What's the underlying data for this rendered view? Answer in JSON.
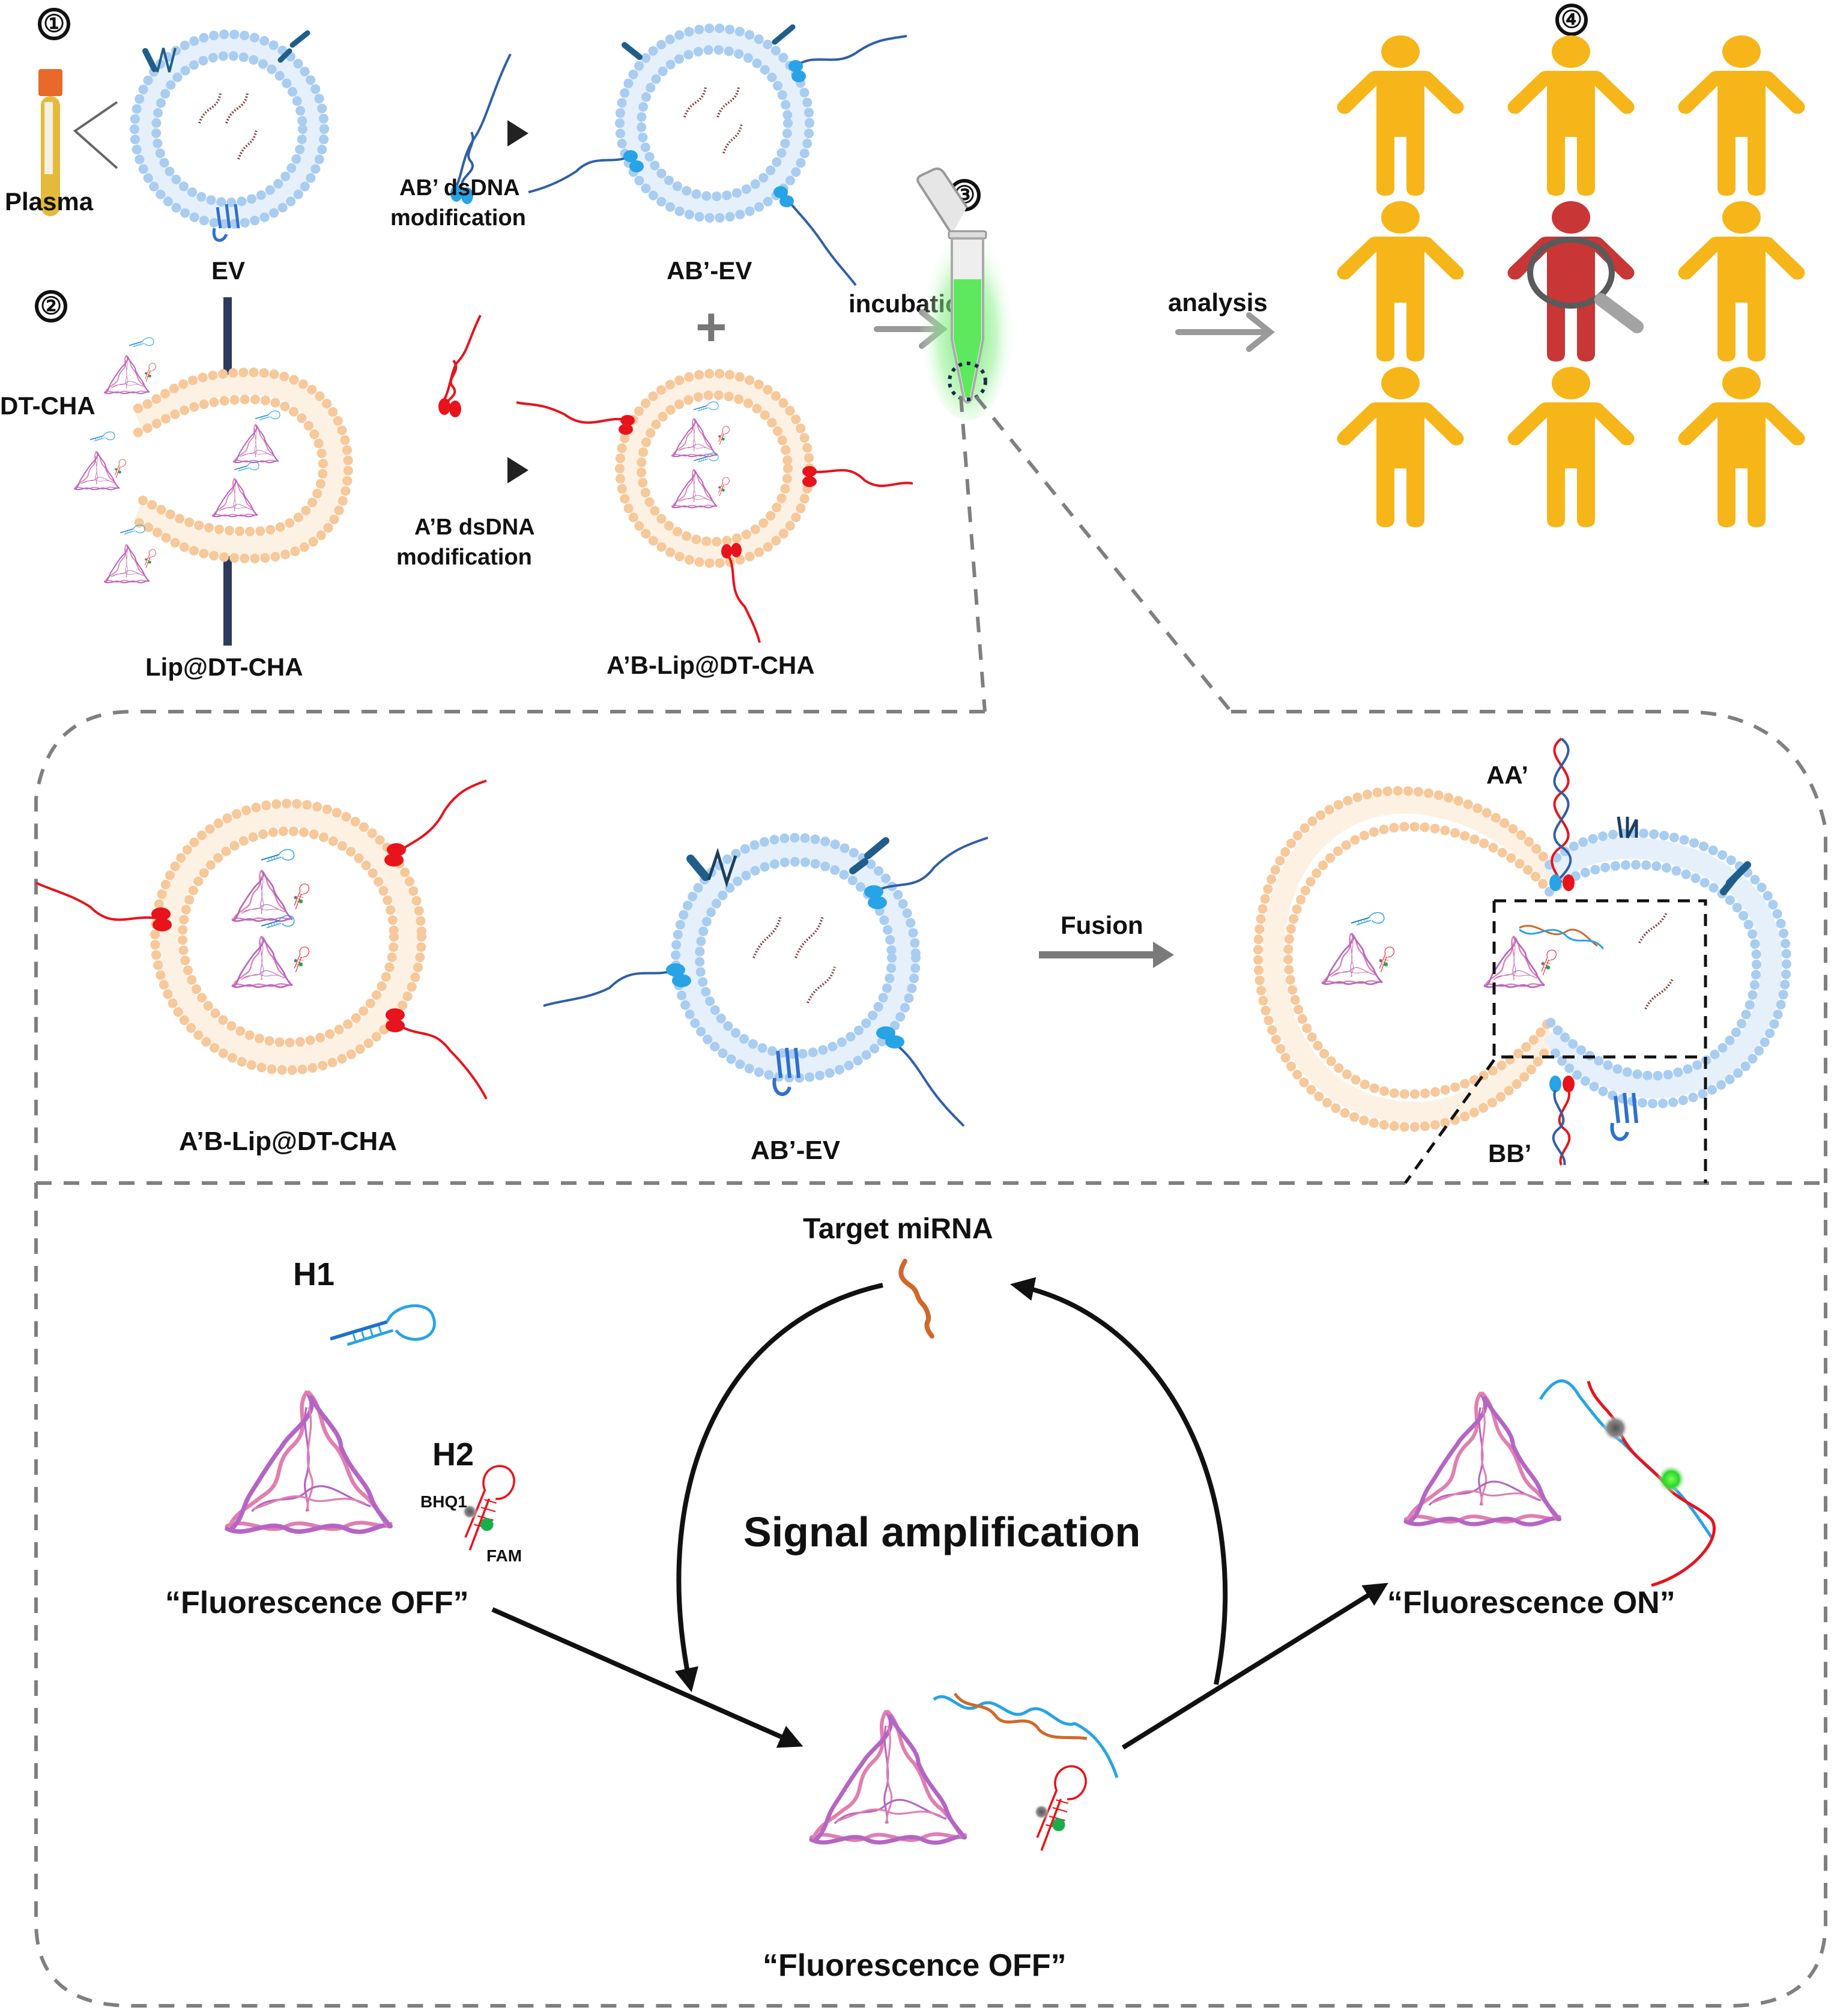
{
  "figure": {
    "type": "scientific schematic",
    "steps": [
      {
        "number": "1",
        "description": "EV isolation and AB' dsDNA modification"
      },
      {
        "number": "2",
        "description": "Lip@DT-CHA preparation and A'B dsDNA modification"
      },
      {
        "number": "3",
        "description": "incubation / fusion in tube"
      },
      {
        "number": "4",
        "description": "analysis of population"
      }
    ]
  },
  "step1": {
    "number": "①",
    "plasma_label": "Plasma",
    "ev_label": "EV",
    "arrow_label_line1": "AB’ dsDNA",
    "arrow_label_line2": "modification",
    "product_label": "AB’-EV"
  },
  "step2": {
    "number": "②",
    "dtcha_label": "DT-CHA",
    "lip_label": "Lip@DT-CHA",
    "arrow_label_line1": "A’B dsDNA",
    "arrow_label_line2": "modification",
    "product_label": "A’B-Lip@DT-CHA"
  },
  "combine": {
    "plus": "+",
    "incubation_label": "incubation",
    "step3_number": "③",
    "analysis_label": "analysis",
    "step4_number": "④"
  },
  "population": {
    "rows": 3,
    "cols": 3,
    "total": 9,
    "highlighted_index": 4,
    "colors": {
      "normal": "#f6b619",
      "highlighted": "#c83636",
      "magnifier": "#5a5a5a"
    }
  },
  "fusion_panel": {
    "liposome_label": "A’B-Lip@DT-CHA",
    "ev_label": "AB’-EV",
    "fusion_label": "Fusion",
    "top_duplex_label": "AA’",
    "bottom_duplex_label": "BB’"
  },
  "cha_panel": {
    "target_label": "Target miRNA",
    "h1_label": "H1",
    "h2_label": "H2",
    "quencher_label": "BHQ1",
    "fluorophore_label": "FAM",
    "center_label": "Signal amplification",
    "state_left": "“Fluorescence OFF”",
    "state_bottom": "“Fluorescence OFF”",
    "state_right": "“Fluorescence ON”"
  },
  "colors": {
    "ev_membrane": "#a9cdf0",
    "liposome_membrane": "#f6c89a",
    "ab_dna": "#2f5fa8",
    "ab_dna_anchor": "#27a3e6",
    "ab_dna_prime": "#e8131b",
    "tetrahedron_purple": "#b565c4",
    "tetrahedron_pink": "#e080b0",
    "h1_hairpin": "#27a3e6",
    "h2_hairpin": "#e8131b",
    "target_mirna": "#d0682a",
    "fam": "#16b04a",
    "bhq1": "#6a6a6a",
    "tube_fluid": "#5ee85e",
    "dashed_border": "#7f7f7f"
  }
}
